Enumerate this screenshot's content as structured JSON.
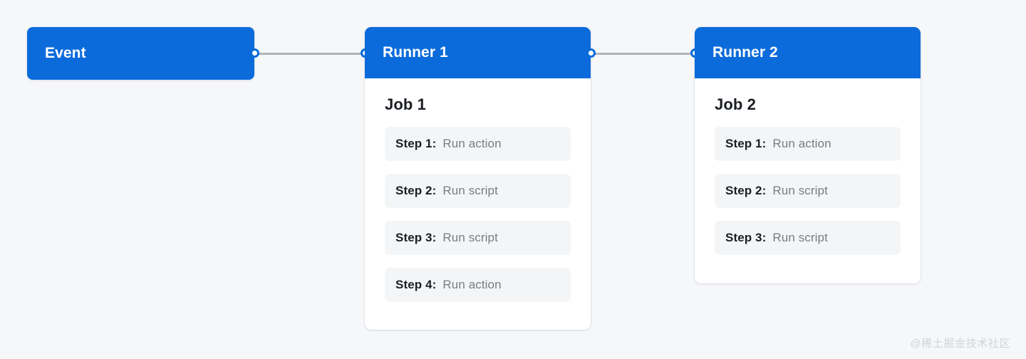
{
  "diagram": {
    "background_color": "#f6f7f9",
    "accent_color": "#0b6bdb",
    "edge_color": "#aeb4ba",
    "nodes": {
      "event": {
        "label": "Event"
      },
      "runner_1": {
        "title": "Runner 1",
        "job_title": "Job 1",
        "steps": [
          {
            "label": "Step 1:",
            "value": "Run action"
          },
          {
            "label": "Step 2:",
            "value": "Run script"
          },
          {
            "label": "Step 3:",
            "value": "Run script"
          },
          {
            "label": "Step 4:",
            "value": "Run action"
          }
        ]
      },
      "runner_2": {
        "title": "Runner 2",
        "job_title": "Job 2",
        "steps": [
          {
            "label": "Step 1:",
            "value": "Run action"
          },
          {
            "label": "Step 2:",
            "value": "Run script"
          },
          {
            "label": "Step 3:",
            "value": "Run script"
          }
        ]
      }
    }
  },
  "watermark": {
    "text": "@稀土掘金技术社区"
  }
}
